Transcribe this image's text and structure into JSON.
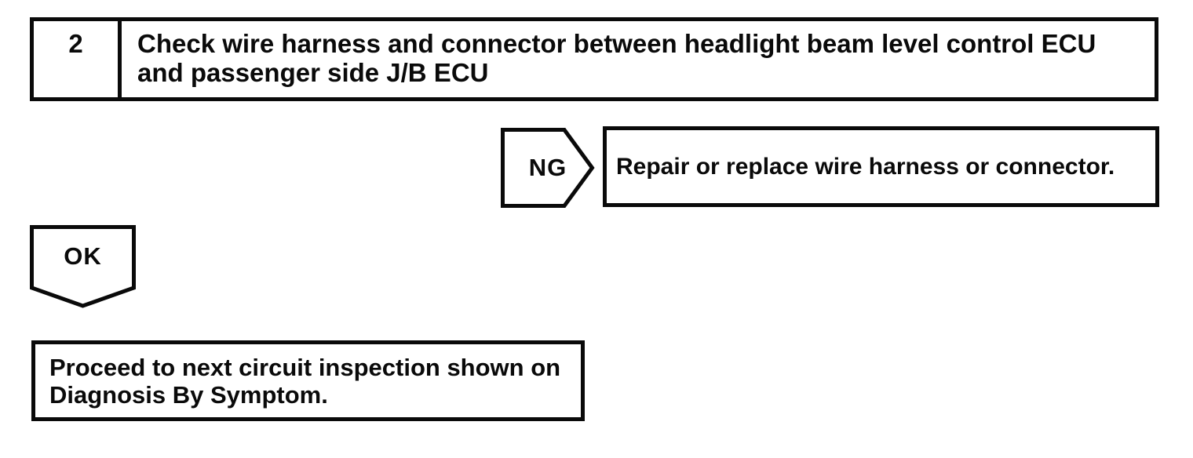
{
  "page": {
    "background_color": "#ffffff",
    "ink_color": "#0a0a0a"
  },
  "step_box": {
    "number": "2",
    "title_line1": "Check wire harness and connector between headlight beam level control ECU",
    "title_line2": "and passenger side J/B ECU"
  },
  "ng_branch": {
    "label": "NG",
    "result": "Repair or replace wire harness or connector."
  },
  "ok_branch": {
    "label": "OK",
    "result_line1": "Proceed to next circuit inspection shown on",
    "result_line2": "Diagnosis By Symptom."
  }
}
